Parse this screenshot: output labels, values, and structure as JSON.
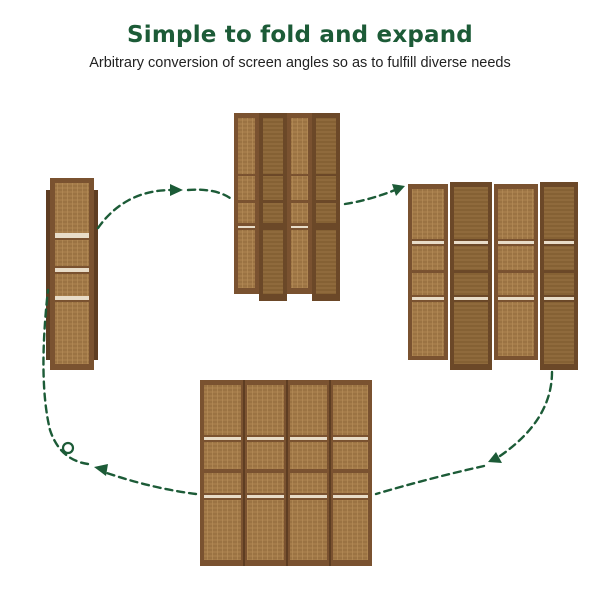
{
  "header": {
    "title": "Simple to fold and expand",
    "subtitle": "Arbitrary conversion of screen angles so as to fulfill diverse needs"
  },
  "colors": {
    "accent": "#1c5b37",
    "wood_frame": "#7a5230",
    "wood_panel": "#a57c4a",
    "wood_weave": "#8c6538",
    "slat_highlight": "#e8dcc8"
  },
  "illustration": {
    "product": "four-panel folding room divider",
    "states": [
      "folded",
      "angled-zigzag",
      "half-open",
      "fully-flat"
    ],
    "panel_count": 4,
    "arrow_style": "dashed cycle arrows"
  }
}
